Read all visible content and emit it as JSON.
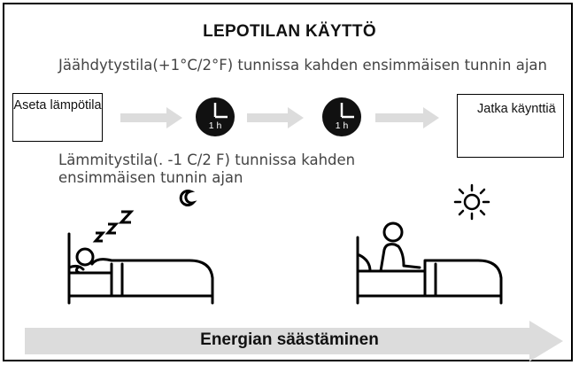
{
  "title": "LEPOTILAN KÄYTTÖ",
  "cooling_text": "Jäähdytystila(+1°C/2°F) tunnissa kahden ensimmäisen tunnin ajan",
  "heating_text": "Lämmitystila(. -1 C/2 F) tunnissa kahden ensimmäisen tunnin ajan",
  "start_box": "Aseta lämpötila",
  "end_box": "Jatka käynttiä",
  "clocks": [
    {
      "label": "1 h"
    },
    {
      "label": "1 h"
    }
  ],
  "zzz": "z z z",
  "bottom_label": "Energian säästäminen",
  "colors": {
    "arrow": "#dcdcdc",
    "clock": "#111111",
    "text": "#444444"
  },
  "icons": [
    "clock-icon",
    "moon-icon",
    "sun-icon",
    "sleeping-person-icon",
    "waking-person-icon",
    "arrow-right-icon"
  ]
}
